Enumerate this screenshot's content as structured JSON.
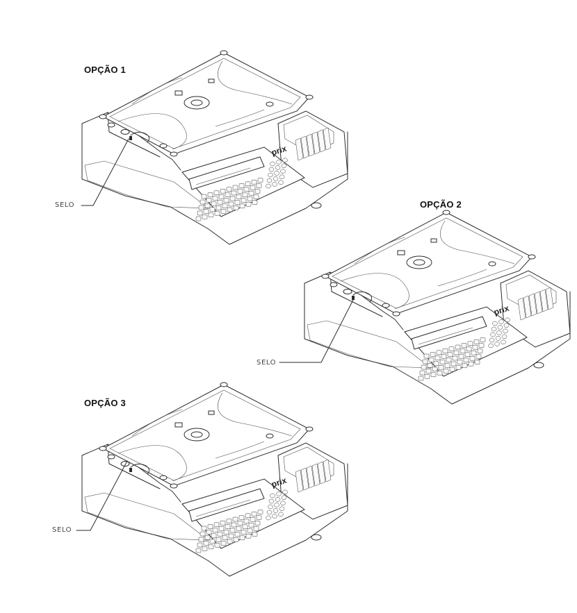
{
  "options": [
    {
      "title": "OPÇÃO 1",
      "seal_label": "SELO"
    },
    {
      "title": "OPÇÃO 2",
      "seal_label": "SELO"
    },
    {
      "title": "OPÇÃO 3",
      "seal_label": "SELO"
    }
  ],
  "brand_mark": "prix"
}
